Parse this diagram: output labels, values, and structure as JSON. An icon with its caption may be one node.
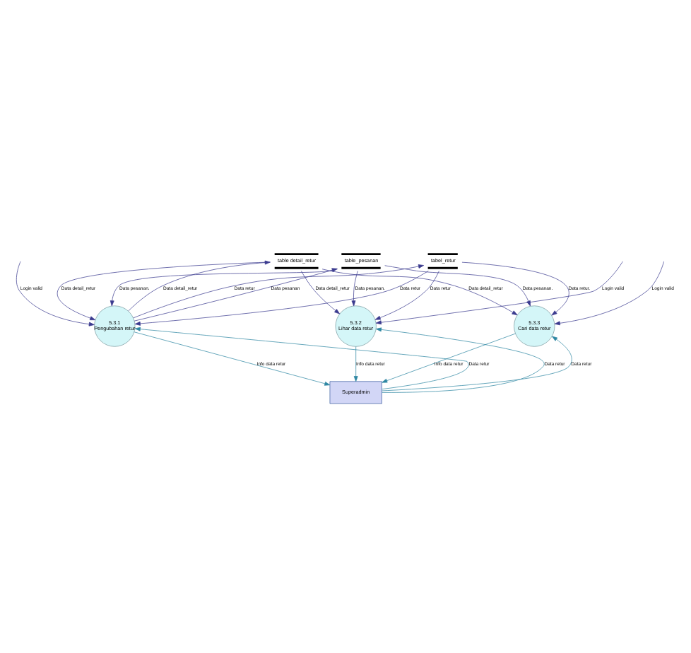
{
  "diagram": {
    "nodes": [
      {
        "text": [
          "table detail_retur"
        ]
      },
      {
        "text": [
          "tabel_retur"
        ]
      },
      {
        "text": [
          "table_pesanan"
        ]
      },
      {
        "text": [
          "5.3.1",
          "Pengubahan retur"
        ]
      },
      {
        "text": [
          "5.3.2",
          "Lihar data retur"
        ]
      },
      {
        "text": [
          "5.3.3",
          "Cari data retur"
        ]
      },
      {
        "text": [
          "Superadmin"
        ]
      }
    ],
    "edges": [
      {
        "from": 2,
        "to": 3,
        "arrow": "to",
        "label": "Data pesanan."
      },
      {
        "from": 3,
        "to": 2,
        "arrow": "to",
        "label": "Data pesanan"
      },
      {
        "from": 3,
        "to": 0,
        "arrow": "to",
        "label": "Data detail_retur"
      },
      {
        "from": 0,
        "to": 3,
        "arrow": "to",
        "label": "Data detail_retur"
      },
      {
        "from": 0,
        "to": 5,
        "arrow": "to",
        "label": "Data detail_retur"
      },
      {
        "from": 0,
        "to": 4,
        "arrow": "to",
        "label": "Data detail_retur"
      },
      {
        "from": 1,
        "to": 5,
        "arrow": "to",
        "label": "Data retur."
      },
      {
        "from": 3,
        "to": 1,
        "arrow": "to",
        "label": "Data retur"
      },
      {
        "from": 1,
        "to": 3,
        "arrow": "to",
        "label": "Data retur"
      },
      {
        "from": 1,
        "to": 4,
        "arrow": "to",
        "label": "Data retur"
      },
      {
        "from": 2,
        "to": 4,
        "arrow": "to",
        "label": "Data pesanan."
      },
      {
        "from": 2,
        "to": 5,
        "arrow": "to",
        "label": "Data pesanan."
      },
      {
        "from": null,
        "to": 3,
        "arrow": "to",
        "label": "Login valid"
      },
      {
        "from": null,
        "to": 4,
        "arrow": "to",
        "label": "Login valid"
      },
      {
        "from": null,
        "to": 5,
        "arrow": "to",
        "label": "Login valid"
      },
      {
        "from": 6,
        "to": 3,
        "arrow": "to",
        "label": "Data retur",
        "color": "#2f87a3"
      },
      {
        "from": 3,
        "to": 6,
        "arrow": "to",
        "label": "Info data retur",
        "color": "#2f87a3"
      },
      {
        "from": 6,
        "to": 4,
        "arrow": "to",
        "label": "Data retur",
        "color": "#2f87a3"
      },
      {
        "from": 4,
        "to": 6,
        "arrow": "to",
        "label": "Info data retur",
        "color": "#2f87a3"
      },
      {
        "from": 6,
        "to": 5,
        "arrow": "to",
        "label": "Data retur",
        "color": "#2f87a3"
      },
      {
        "from": 5,
        "to": 6,
        "arrow": "to",
        "label": "Info data retur",
        "color": "#2f87a3"
      }
    ]
  }
}
